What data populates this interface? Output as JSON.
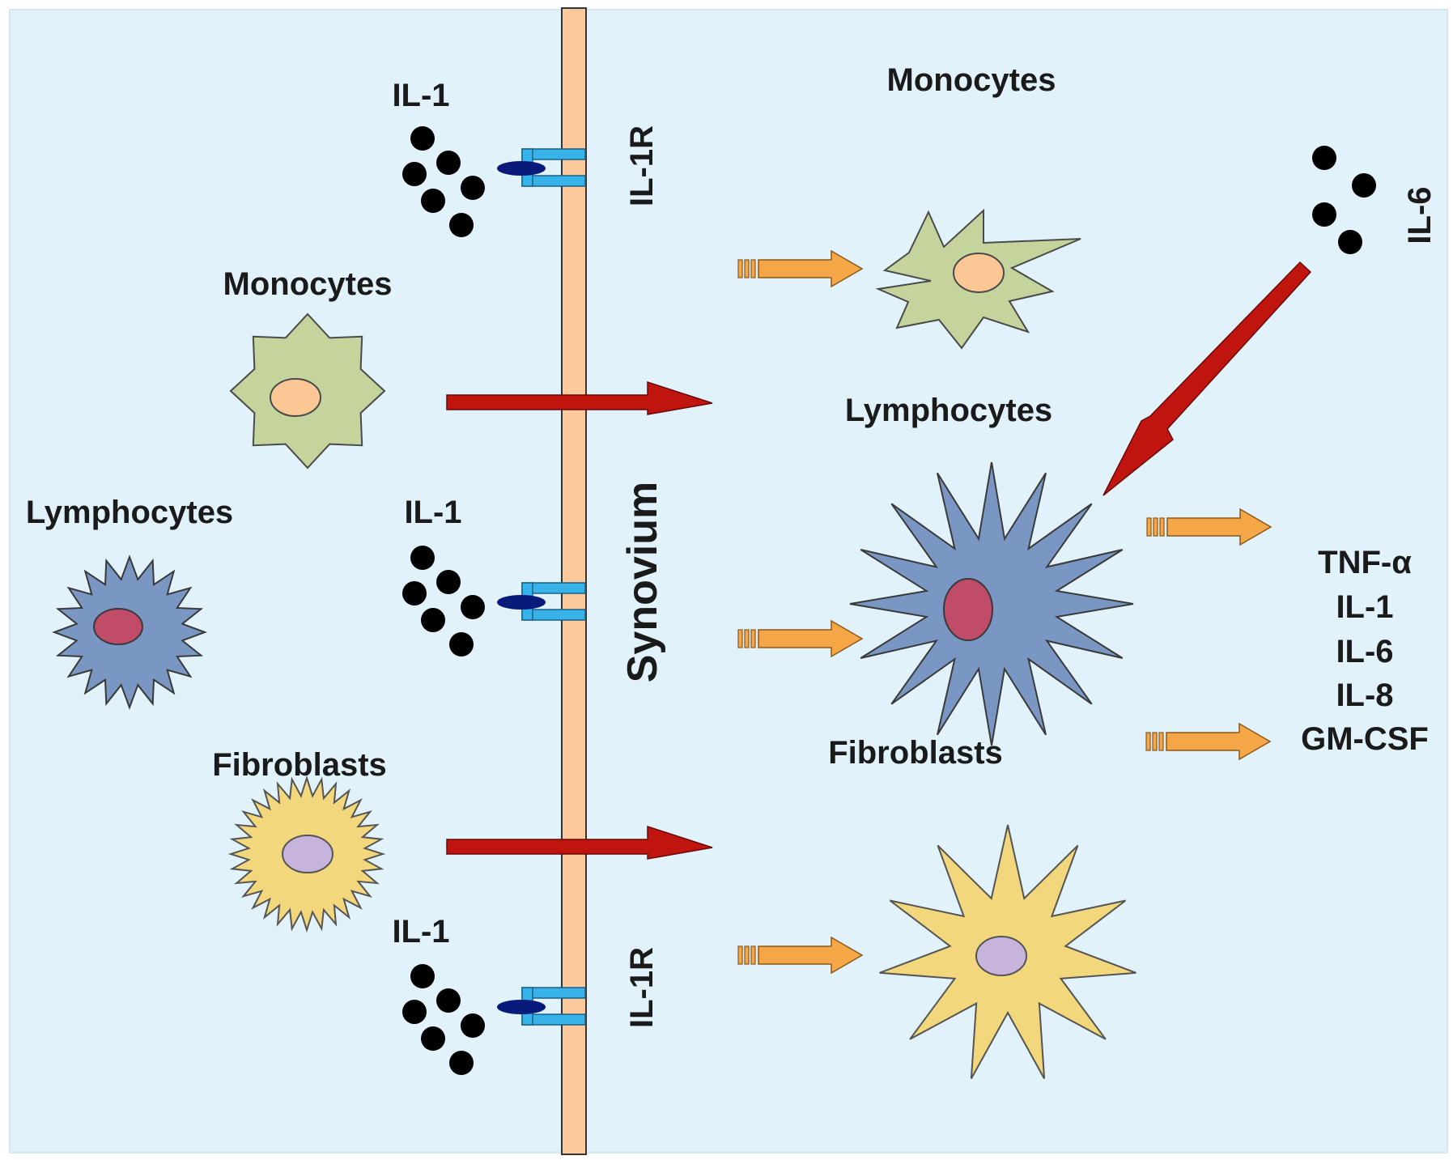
{
  "labels": {
    "il1_top": "IL-1",
    "il1_mid": "IL-1",
    "il1_bottom": "IL-1",
    "il1r_top": "IL-1R",
    "il1r_bottom": "IL-1R",
    "synovium": "Synovium",
    "monocytes_left": "Monocytes",
    "lymphocytes_left": "Lymphocytes",
    "fibroblasts_left": "Fibroblasts",
    "monocytes_right": "Monocytes",
    "lymphocytes_right": "Lymphocytes",
    "fibroblasts_right": "Fibroblasts",
    "il6": "IL-6"
  },
  "cytokines": [
    "TNF-α",
    "IL-1",
    "IL-6",
    "IL-8",
    "GM-CSF"
  ],
  "colors": {
    "background": "#e1f2fb",
    "membrane": "#fbc99b",
    "monocyte_cell": "#c4d49c",
    "monocyte_nucleus": "#fbc794",
    "lymphocyte_cell": "#7a96c2",
    "lymphocyte_nucleus": "#c14c6a",
    "fibroblast_cell": "#f2d77c",
    "fibroblast_nucleus": "#c7b4dc",
    "receptor": "#37b3ea",
    "ligand": "#0a1a7a",
    "red_arrow": "#c0140f",
    "orange_arrow": "#f5a646",
    "dots": "#000000"
  }
}
